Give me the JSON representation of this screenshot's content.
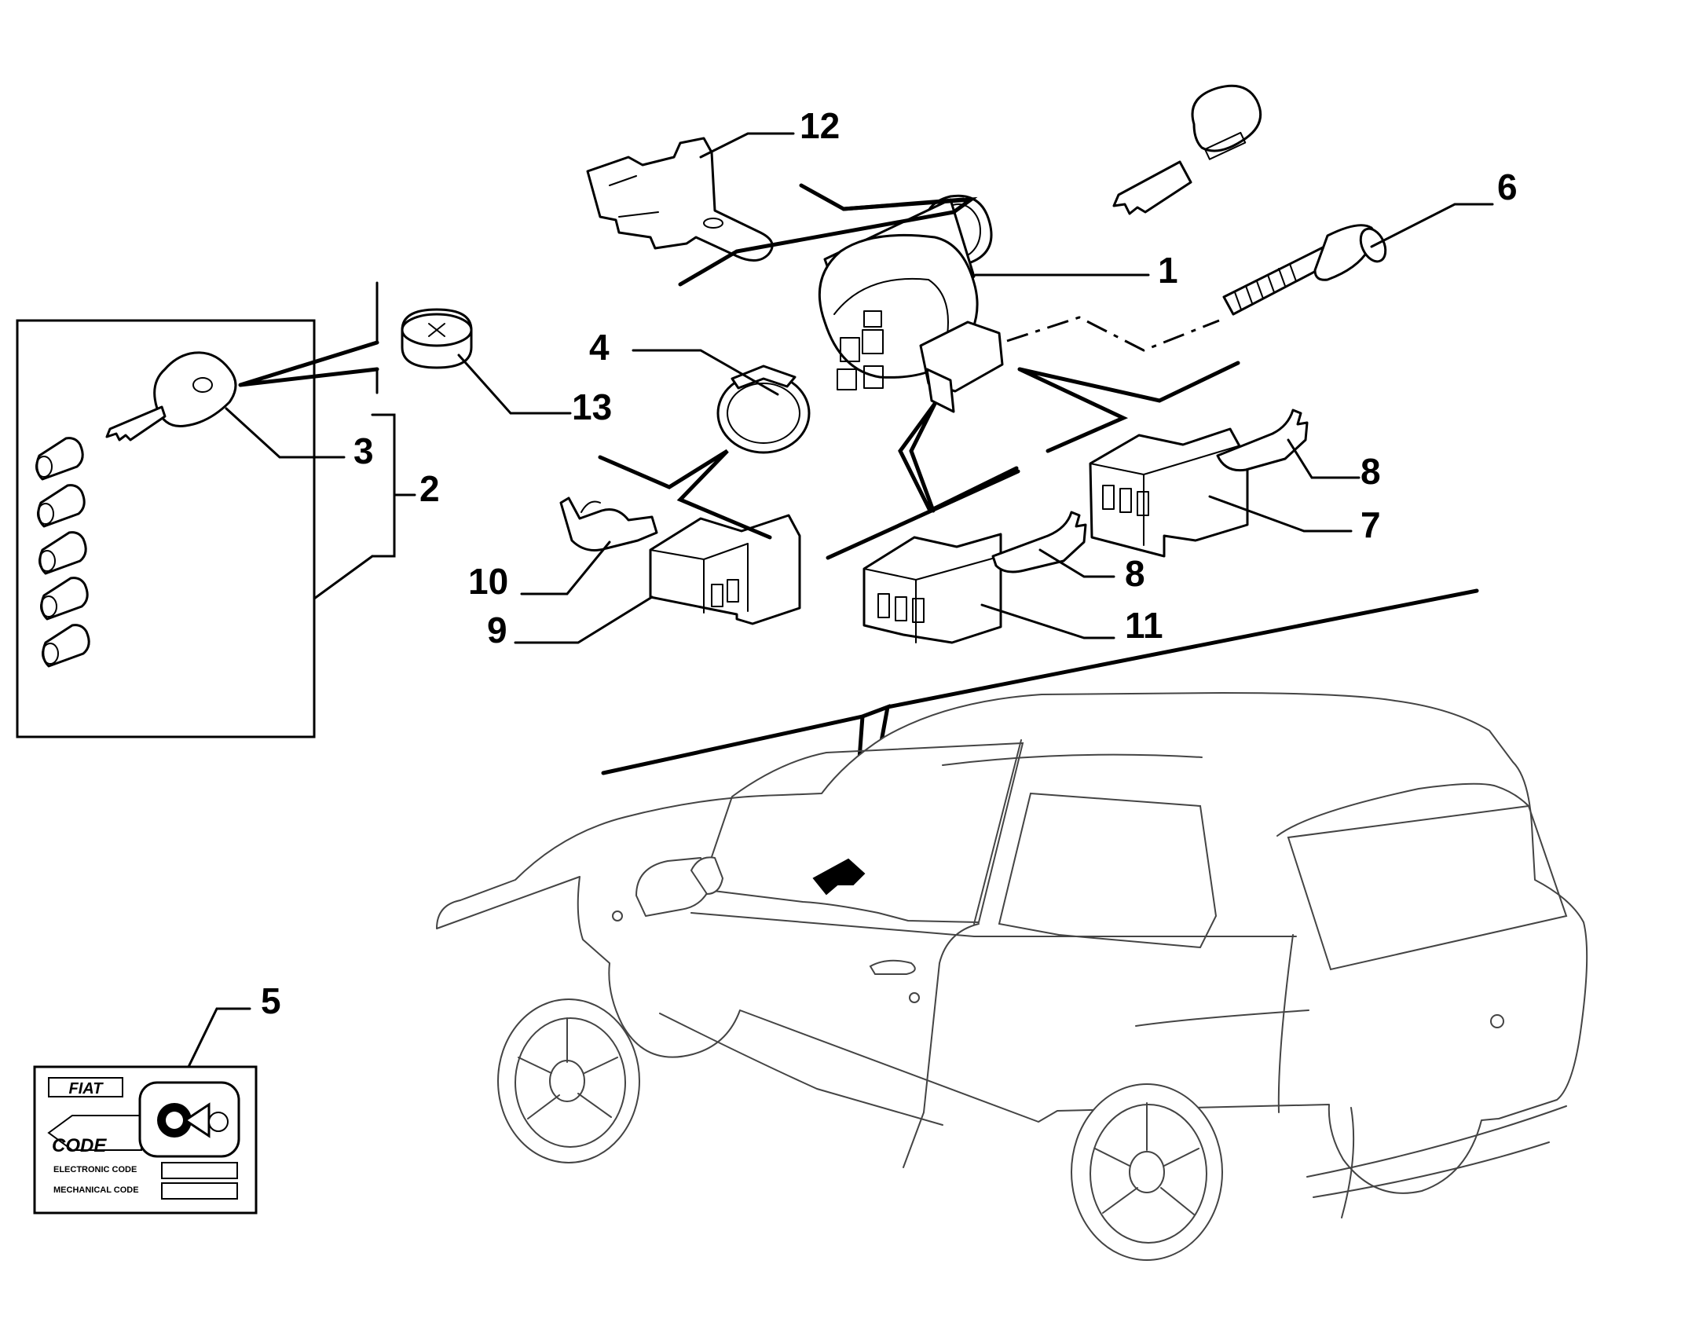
{
  "callouts": {
    "c1": "1",
    "c2": "2",
    "c3": "3",
    "c4": "4",
    "c5": "5",
    "c6": "6",
    "c7": "7",
    "c8a": "8",
    "c8b": "8",
    "c9": "9",
    "c10": "10",
    "c11": "11",
    "c12": "12",
    "c13": "13"
  },
  "code_card": {
    "brand": "FIAT",
    "title": "CODE",
    "electronic_label": "ELECTRONIC CODE",
    "mechanical_label": "MECHANICAL CODE"
  }
}
